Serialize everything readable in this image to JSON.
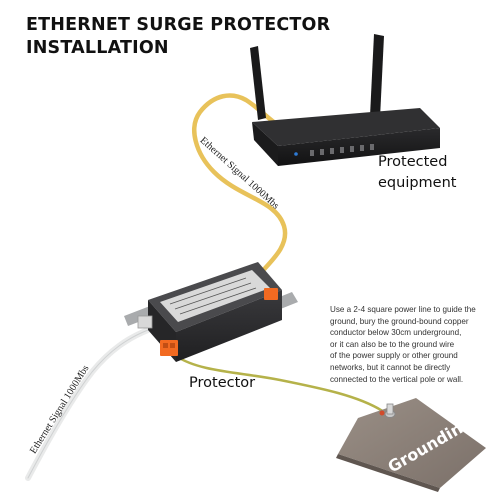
{
  "title": {
    "line1": "ETHERNET SURGE PROTECTOR",
    "line2": "INSTALLATION"
  },
  "labels": {
    "protected_line1": "Protected",
    "protected_line2": "equipment",
    "protector": "Protector",
    "grounding": "Grounding",
    "cable_top": "Ethernet Signal 1000Mbs",
    "cable_bottom": "Ethernet Signal 1000Mbs"
  },
  "note": {
    "lines": [
      "Use a 2-4 square power line to guide the",
      "ground, bury the ground-bound copper",
      "conductor below 30cm underground,",
      "or it can also be to the ground wire",
      "of the power supply or other ground",
      "networks, but it cannot be directly",
      "connected to the vertical pole or wall."
    ]
  },
  "colors": {
    "router_body": "#1c1c1e",
    "protector_body": "#2b2b2d",
    "connector_orange": "#f26a21",
    "ethernet_cable_yellow": "#e8c25a",
    "ethernet_cable_white": "#e9eaea",
    "ground_wire": "#b5b24a",
    "grounding_plate": "#8a7e74"
  },
  "icons": {
    "router": "wifi-router-icon",
    "protector": "surge-protector-icon",
    "grounding": "grounding-plate-icon"
  }
}
